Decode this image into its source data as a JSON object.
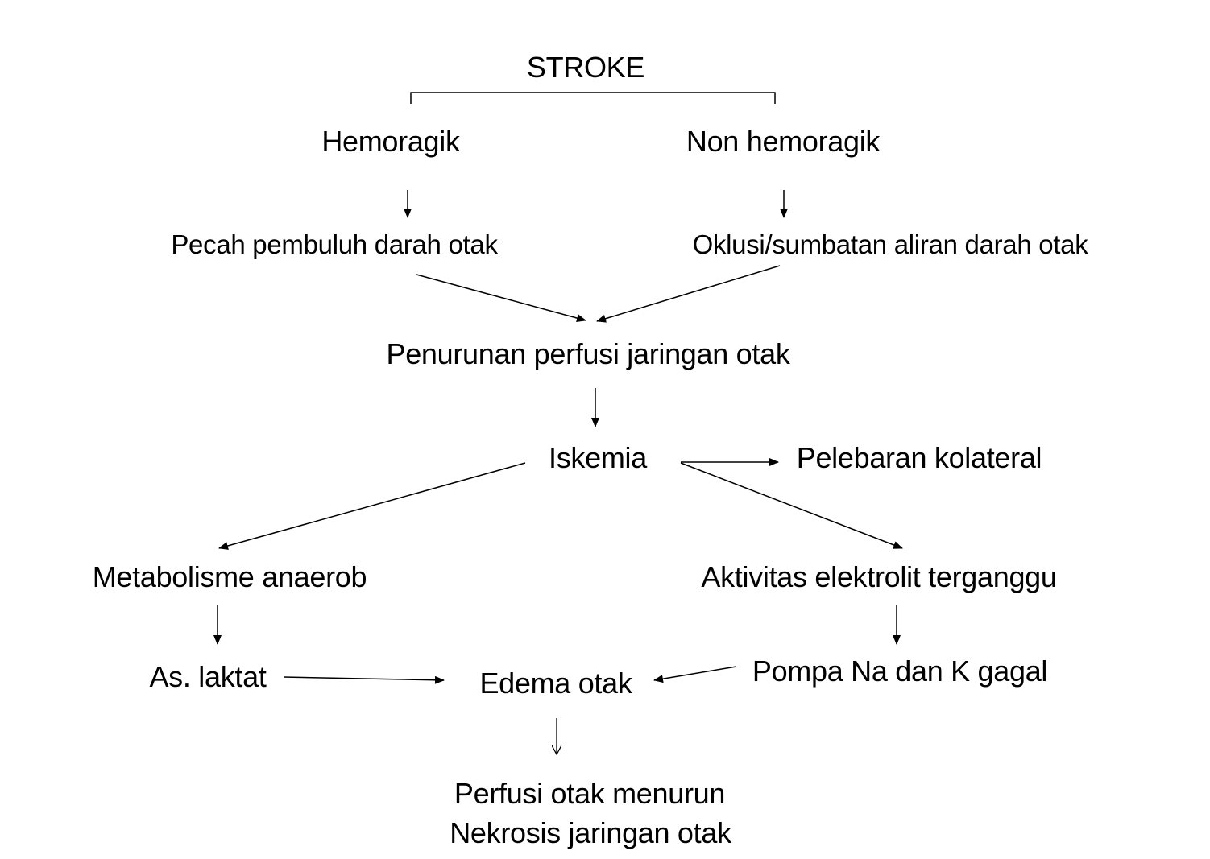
{
  "diagram": {
    "title": "STROKE",
    "nodes": {
      "hemoragik": "Hemoragik",
      "non_hemoragik": "Non hemoragik",
      "pecah": "Pecah pembuluh darah otak",
      "oklusi": "Oklusi/sumbatan aliran darah otak",
      "penurunan": "Penurunan perfusi  jaringan otak",
      "iskemia": "Iskemia",
      "pelebaran": "Pelebaran kolateral",
      "metabolisme": "Metabolisme anaerob",
      "aktivitas": "Aktivitas elektrolit terganggu",
      "laktat": "As. laktat",
      "edema": "Edema otak",
      "pompa": "Pompa Na dan K gagal",
      "perfusi_menurun": "Perfusi otak menurun",
      "nekrosis": "Nekrosis jaringan otak"
    },
    "edges": [
      {
        "from": "stroke",
        "to": "hemoragik"
      },
      {
        "from": "stroke",
        "to": "non_hemoragik"
      },
      {
        "from": "hemoragik",
        "to": "pecah"
      },
      {
        "from": "non_hemoragik",
        "to": "oklusi"
      },
      {
        "from": "pecah",
        "to": "penurunan"
      },
      {
        "from": "oklusi",
        "to": "penurunan"
      },
      {
        "from": "penurunan",
        "to": "iskemia"
      },
      {
        "from": "iskemia",
        "to": "pelebaran"
      },
      {
        "from": "iskemia",
        "to": "metabolisme"
      },
      {
        "from": "iskemia",
        "to": "aktivitas"
      },
      {
        "from": "metabolisme",
        "to": "laktat"
      },
      {
        "from": "aktivitas",
        "to": "pompa"
      },
      {
        "from": "laktat",
        "to": "edema"
      },
      {
        "from": "pompa",
        "to": "edema"
      },
      {
        "from": "edema",
        "to": "perfusi_menurun"
      }
    ],
    "colors": {
      "text": "#000000",
      "lines": "#000000",
      "background": "#ffffff"
    }
  }
}
